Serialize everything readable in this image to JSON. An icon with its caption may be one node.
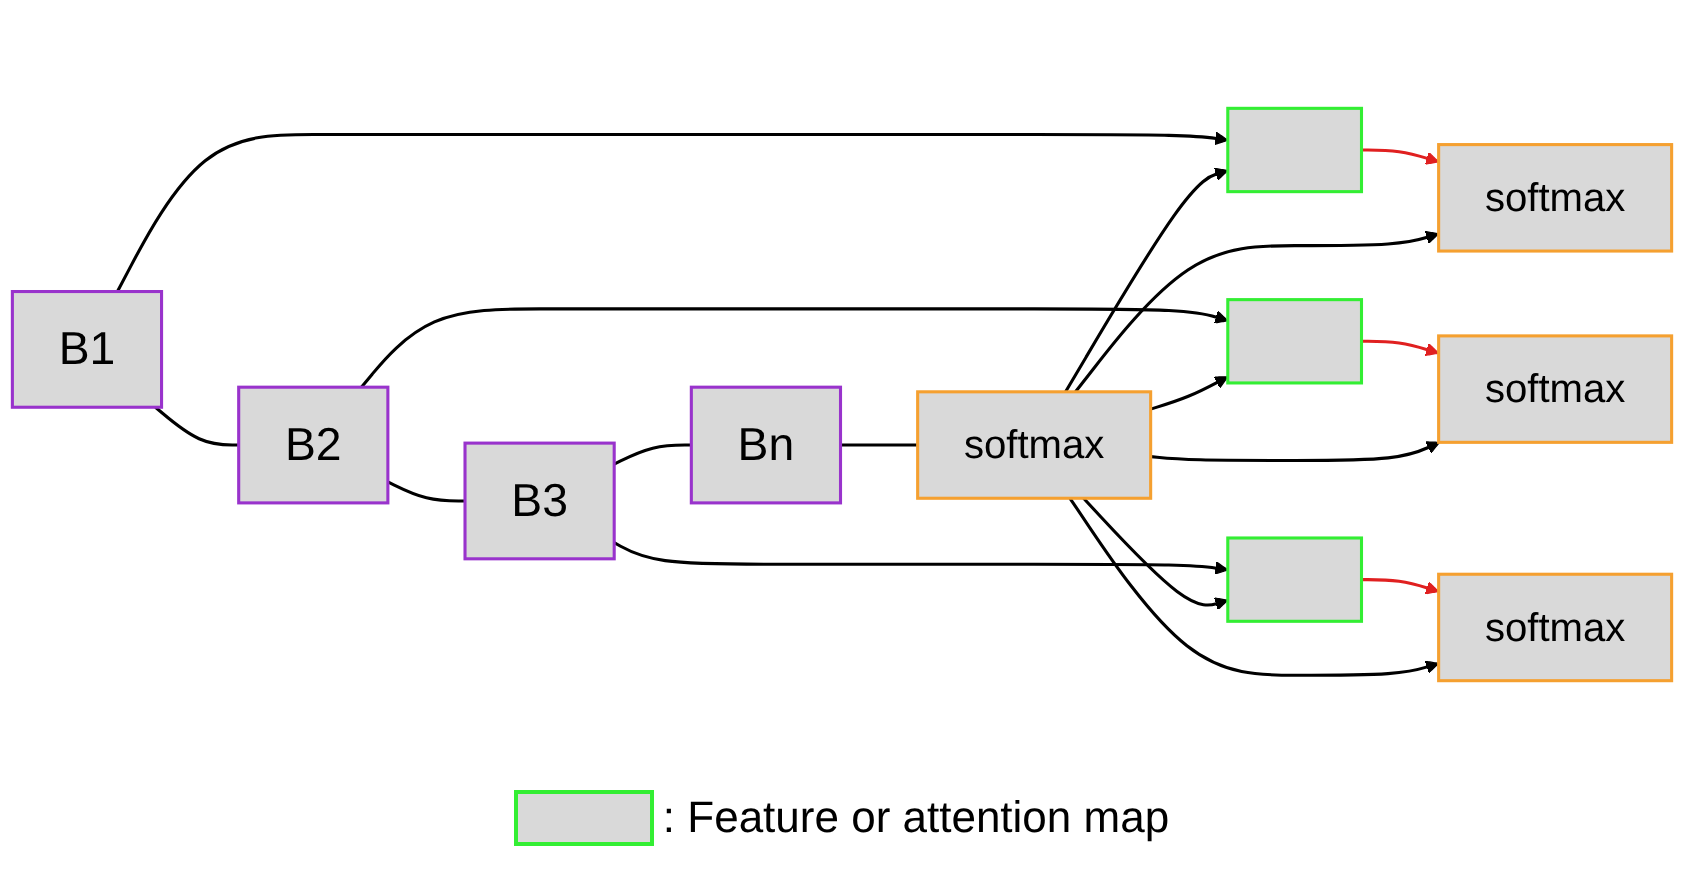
{
  "diagram": {
    "nodes": [
      {
        "text": [
          "B1"
        ]
      },
      {
        "text": [
          "B2"
        ]
      },
      {
        "text": [
          "B3"
        ]
      },
      {
        "text": [
          "Bn"
        ]
      },
      {
        "text": [
          "softmax"
        ]
      },
      {
        "text": [],
        "shape": "box"
      },
      {
        "text": [],
        "shape": "box"
      },
      {
        "text": [],
        "shape": "box"
      },
      {
        "text": [
          "softmax"
        ]
      },
      {
        "text": [
          "softmax"
        ]
      },
      {
        "text": [
          "softmax"
        ]
      }
    ],
    "edges": [
      {
        "from": 0,
        "to": 1,
        "arrow": "none"
      },
      {
        "from": 1,
        "to": 2,
        "arrow": "none"
      },
      {
        "from": 2,
        "to": 3,
        "arrow": "none"
      },
      {
        "from": 3,
        "to": 4,
        "arrow": "none"
      },
      {
        "from": 0,
        "to": 5,
        "arrow": "to"
      },
      {
        "from": 1,
        "to": 6,
        "arrow": "to"
      },
      {
        "from": 2,
        "to": 7,
        "arrow": "to"
      },
      {
        "from": 4,
        "to": 5,
        "arrow": "to"
      },
      {
        "from": 4,
        "to": 6,
        "arrow": "to"
      },
      {
        "from": 4,
        "to": 7,
        "arrow": "to"
      },
      {
        "from": 5,
        "to": 8,
        "arrow": "to",
        "color": "#e02020"
      },
      {
        "from": 6,
        "to": 9,
        "arrow": "to",
        "color": "#e02020"
      },
      {
        "from": 7,
        "to": 10,
        "arrow": "to",
        "color": "#e02020"
      },
      {
        "from": 4,
        "to": 8,
        "arrow": "to"
      },
      {
        "from": 4,
        "to": 9,
        "arrow": "to"
      },
      {
        "from": 4,
        "to": 10,
        "arrow": "to"
      }
    ],
    "legend": [
      {
        "text": ": Feature or attention map"
      }
    ]
  }
}
